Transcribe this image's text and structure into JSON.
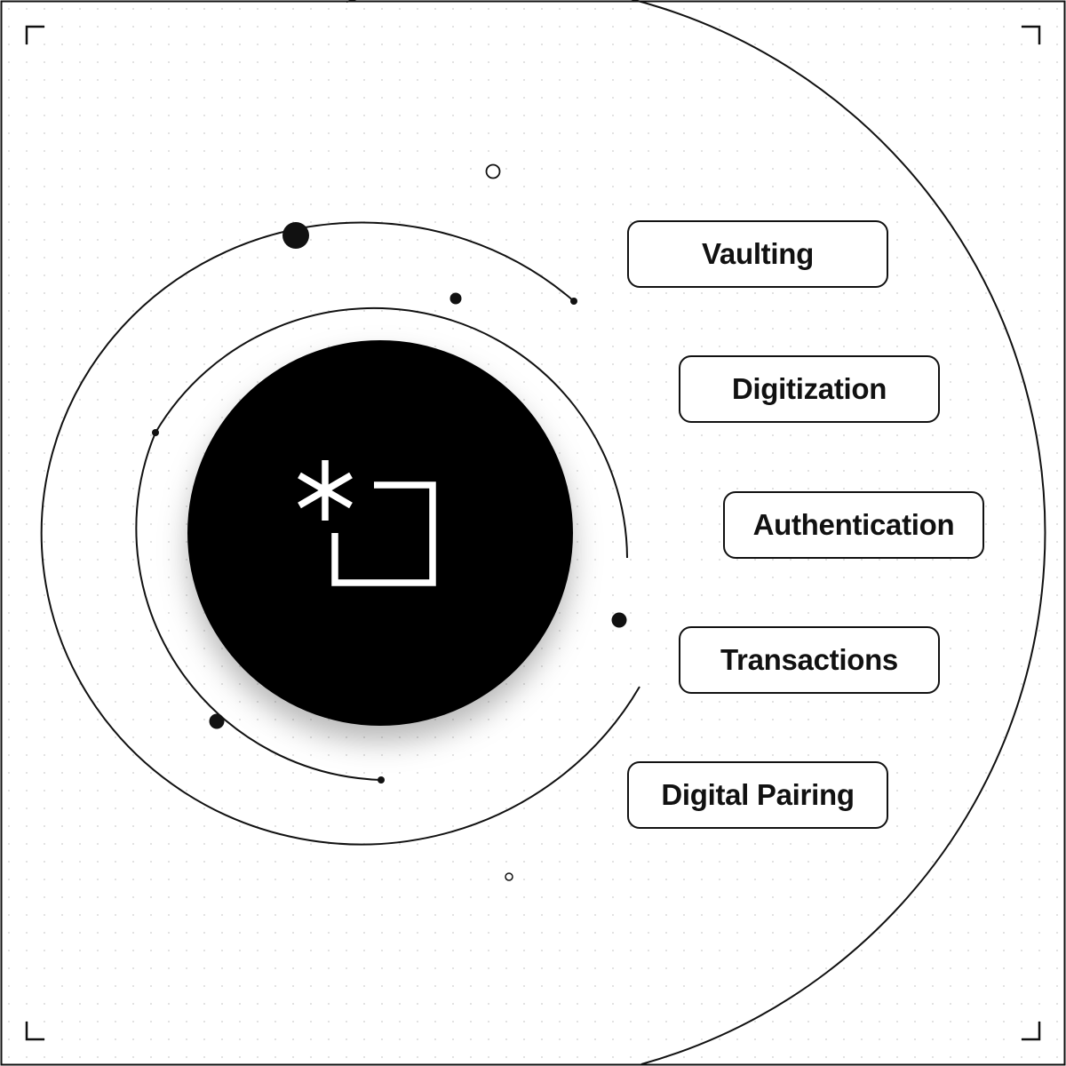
{
  "colors": {
    "background": "#ffffff",
    "ink": "#111111",
    "disc": "#000000",
    "grid_dot": "#d9d9d9",
    "logo": "#ffffff"
  },
  "center": {
    "icon": "asterisk-bracket-logo-icon"
  },
  "labels": [
    {
      "id": "vaulting",
      "text": "Vaulting"
    },
    {
      "id": "digitization",
      "text": "Digitization"
    },
    {
      "id": "authentication",
      "text": "Authentication"
    },
    {
      "id": "transactions",
      "text": "Transactions"
    },
    {
      "id": "digital-pairing",
      "text": "Digital Pairing"
    }
  ]
}
